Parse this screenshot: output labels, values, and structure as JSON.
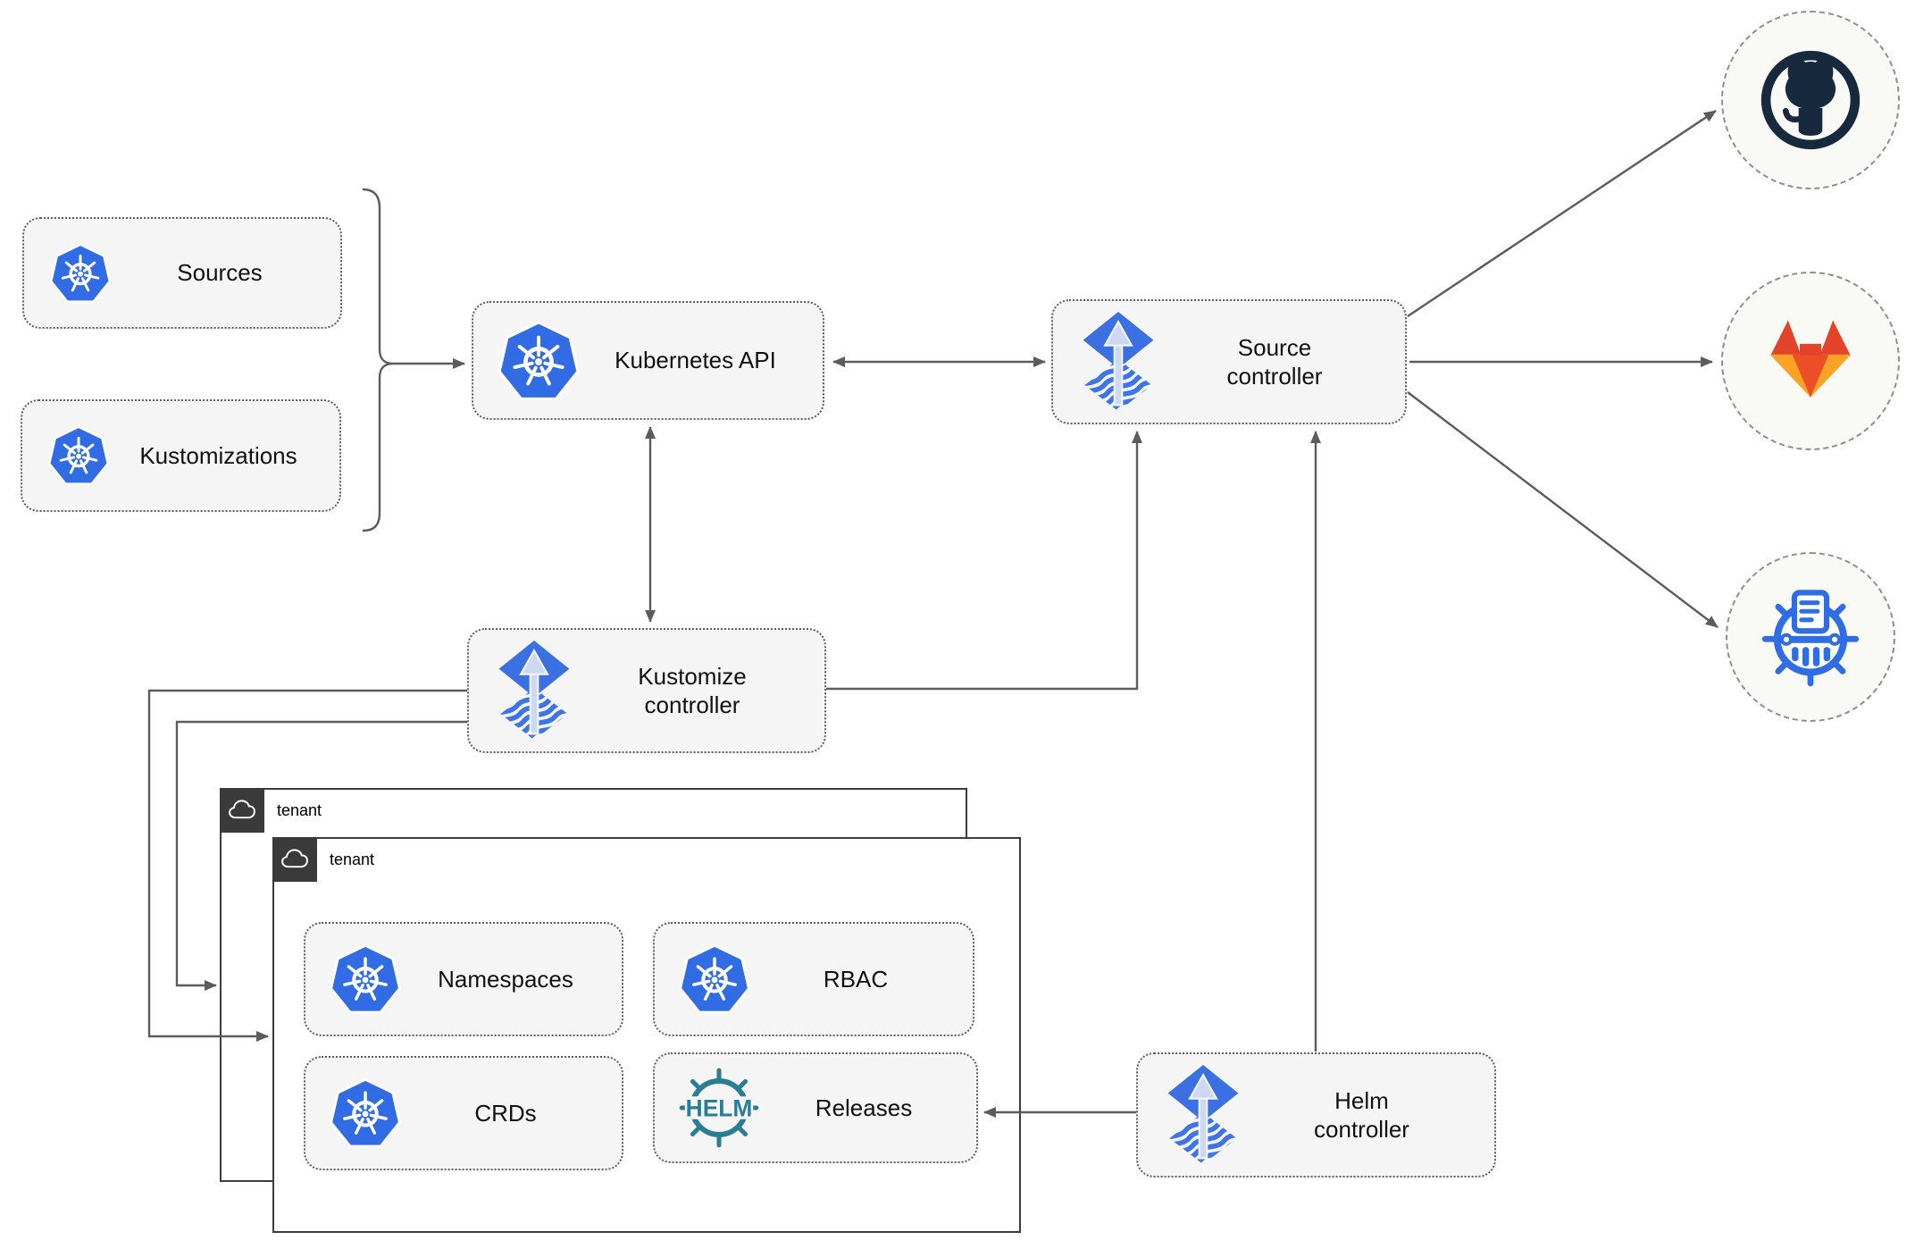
{
  "nodes": {
    "sources": {
      "label": "Sources",
      "icon": "kubernetes-icon"
    },
    "kustomizations": {
      "label": "Kustomizations",
      "icon": "kubernetes-icon"
    },
    "kubernetes_api": {
      "label": "Kubernetes API",
      "icon": "kubernetes-icon"
    },
    "source_controller": {
      "label": "Source controller",
      "icon": "flux-icon"
    },
    "kustomize_controller": {
      "label": "Kustomize controller",
      "icon": "flux-icon"
    },
    "helm_controller": {
      "label": "Helm controller",
      "icon": "flux-icon"
    },
    "namespaces": {
      "label": "Namespaces",
      "icon": "kubernetes-icon"
    },
    "rbac": {
      "label": "RBAC",
      "icon": "kubernetes-icon"
    },
    "crds": {
      "label": "CRDs",
      "icon": "kubernetes-icon"
    },
    "releases": {
      "label": "Releases",
      "icon": "helm-icon",
      "icon_text": "HELM"
    }
  },
  "tenants": [
    {
      "label": "tenant",
      "icon": "cloud-icon"
    },
    {
      "label": "tenant",
      "icon": "cloud-icon"
    }
  ],
  "external_endpoints": [
    {
      "icon": "github-icon"
    },
    {
      "icon": "gitlab-icon"
    },
    {
      "icon": "helm-repository-icon"
    }
  ],
  "colors": {
    "kubernetes_blue": "#326ce5",
    "flux_blue": "#3b70e3",
    "flux_stripe_blue": "#3f74e6",
    "flux_arrow_light": "#cdd9f4",
    "helm_teal": "#2b7d96",
    "chartmuseum_blue": "#2e6de3",
    "github_dark": "#17293c",
    "gitlab_red": "#e24329",
    "gitlab_orange": "#ec4f28",
    "gitlab_light_orange": "#fca326",
    "connector_gray": "#5c5c5c",
    "node_fill": "#f5f5f5",
    "tenant_border": "#3d3d3d",
    "tenant_header": "#3a3a3a"
  }
}
